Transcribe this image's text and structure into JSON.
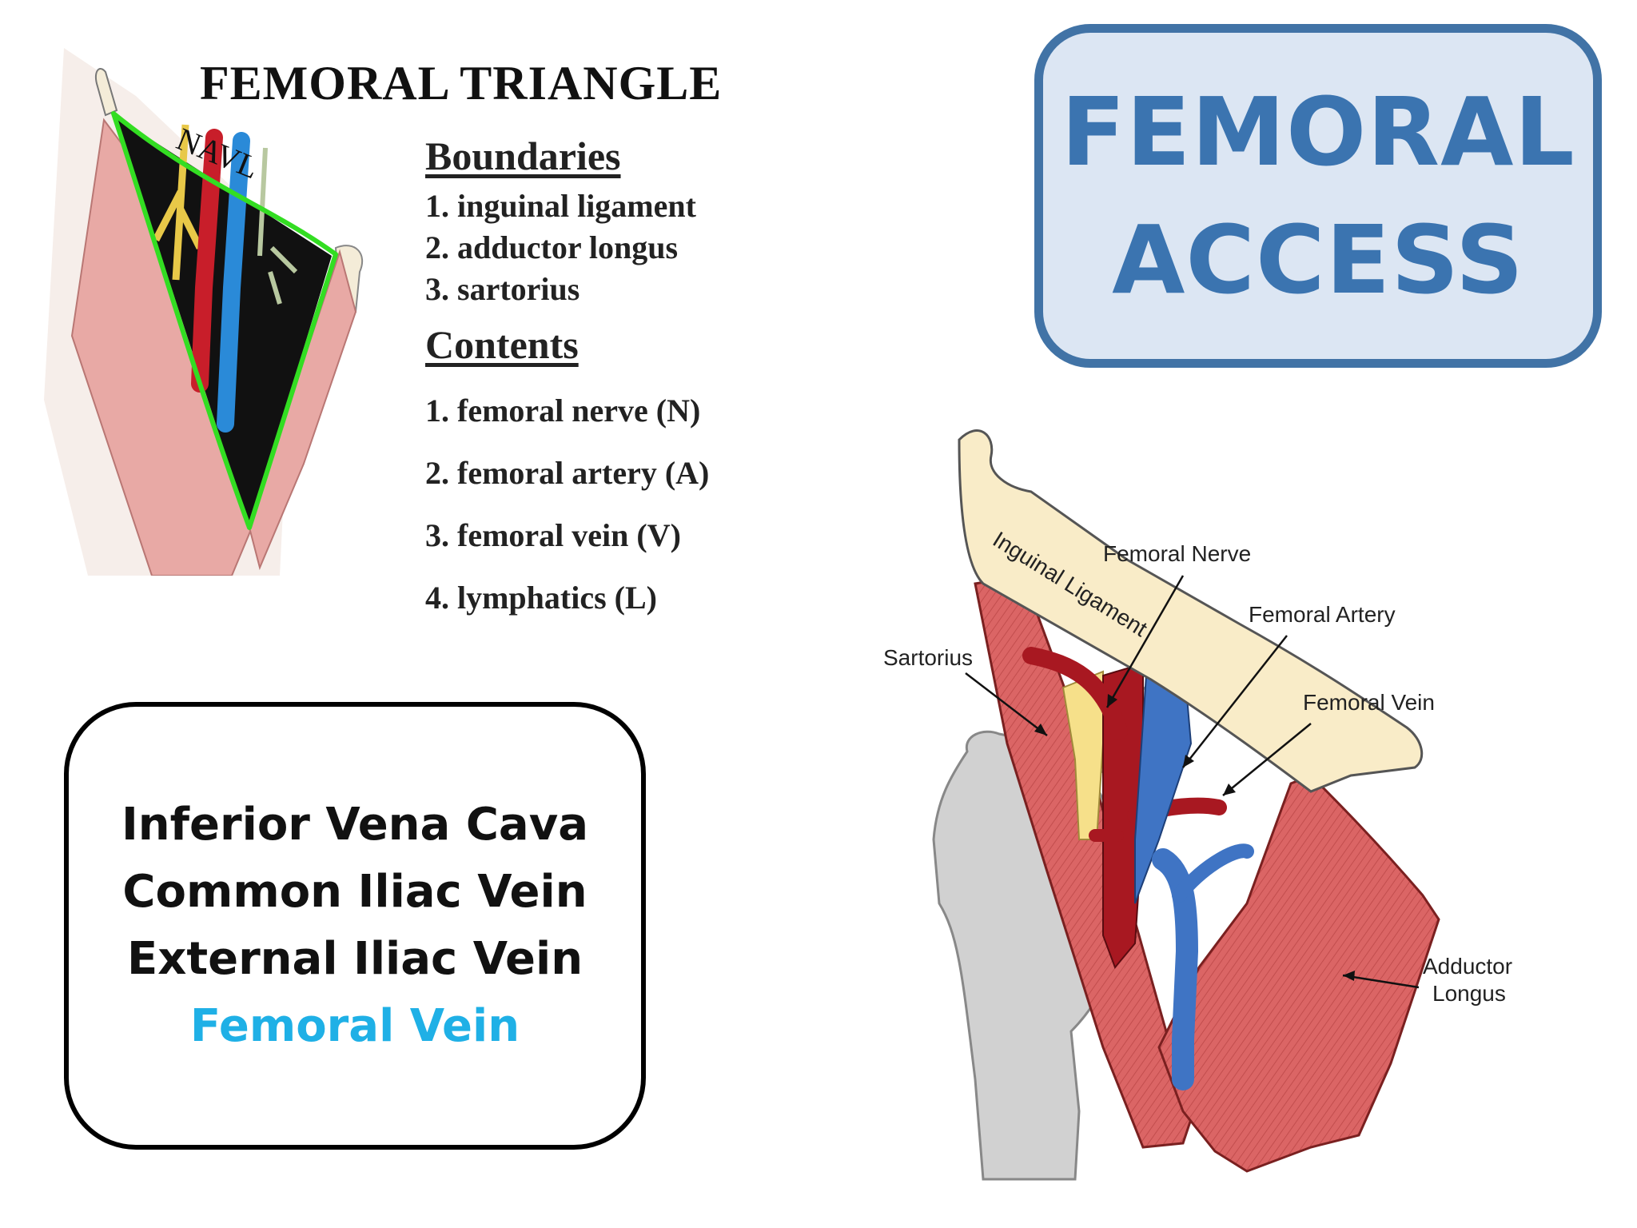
{
  "title_box": {
    "lines": [
      "FEMORAL",
      "ACCESS"
    ],
    "fill_color": "#dce6f3",
    "border_color": "#4173a6",
    "text_color": "#3b74b0"
  },
  "triangle_figure": {
    "title": "FEMORAL TRIANGLE",
    "mnemonic": "NAVL",
    "boundaries_heading": "Boundaries",
    "boundaries": [
      "1. inguinal ligament",
      "2. adductor longus",
      "3. sartorius"
    ],
    "contents_heading": "Contents",
    "contents": [
      "1. femoral nerve (N)",
      "2. femoral artery (A)",
      "3. femoral vein (V)",
      "4. lymphatics (L)"
    ],
    "outline_color": "#33dd22"
  },
  "vein_path": {
    "lines": [
      "Inferior Vena Cava",
      "Common Iliac Vein",
      "External Iliac Vein"
    ],
    "highlight": "Femoral Vein",
    "highlight_color": "#1fb0e6"
  },
  "anatomy_diagram": {
    "labels": {
      "ligament": "Inguinal Ligament",
      "nerve": "Femoral Nerve",
      "artery": "Femoral Artery",
      "vein": "Femoral Vein",
      "sartorius": "Sartorius",
      "adductor_line1": "Adductor",
      "adductor_line2": "Longus"
    },
    "colors": {
      "ligament": "#f9ecc8",
      "muscle": "#db6565",
      "bone": "#d1d1d1",
      "nerve": "#f6e08a",
      "artery": "#a81821",
      "vein": "#3f74c4"
    }
  }
}
